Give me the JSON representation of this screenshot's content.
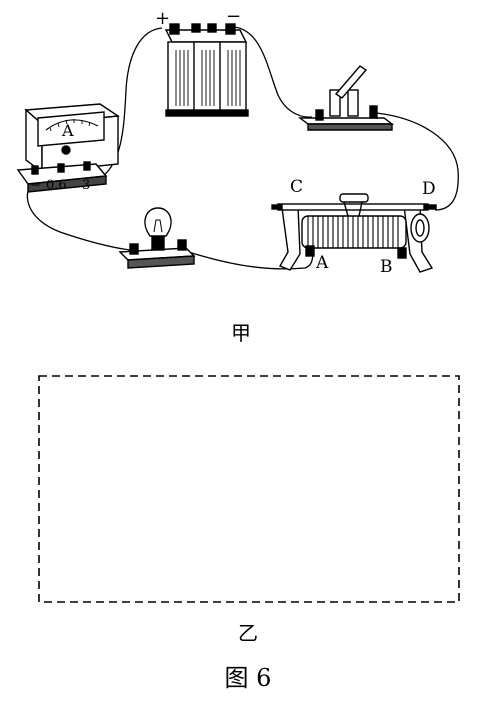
{
  "battery": {
    "plus": "+",
    "minus": "−"
  },
  "ammeter": {
    "symbol": "A",
    "terminals": [
      "−",
      "0.6",
      "3"
    ]
  },
  "rheostat": {
    "terminal_c": "C",
    "terminal_d": "D",
    "terminal_a": "A",
    "terminal_b": "B"
  },
  "captions": {
    "top": "甲",
    "bottom": "乙",
    "figure": "图 6"
  }
}
